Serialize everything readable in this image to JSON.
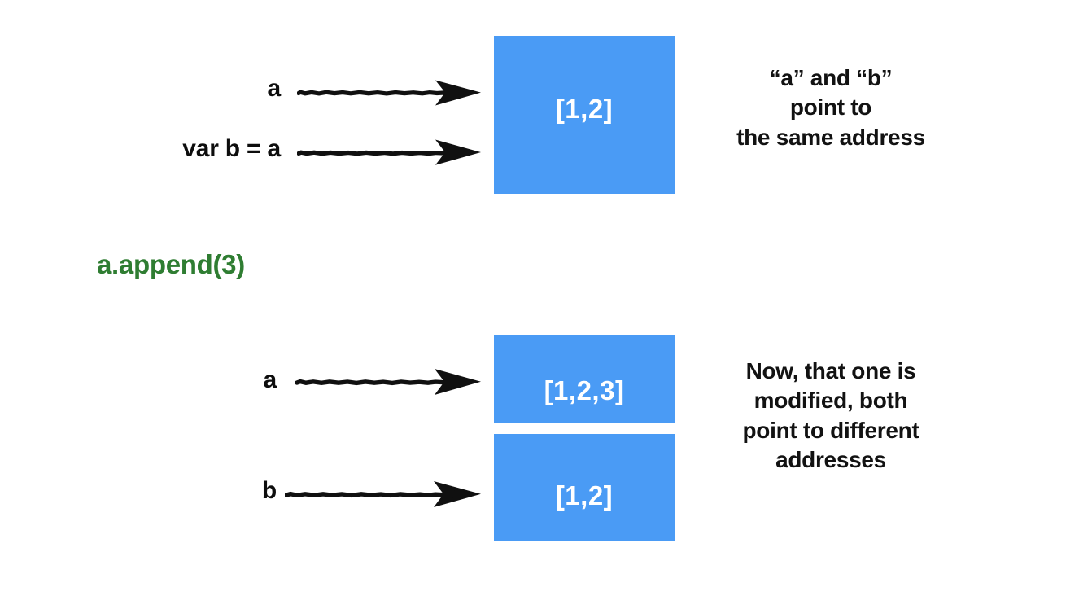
{
  "figure": {
    "title": "Python list reference semantics diagram",
    "colors": {
      "box_fill": "#4a9bf5",
      "box_text": "#ffffff",
      "code_text": "#2f7d32",
      "label_text": "#0d0d0d",
      "background": "#ffffff"
    }
  },
  "top_section": {
    "labels": {
      "a": "a",
      "b": "var b = a"
    },
    "box": {
      "value": "[1,2]"
    },
    "note": {
      "line1": "“a” and “b”",
      "line2": "point to",
      "line3": "the same address"
    },
    "arrows": {
      "a_arrow": "arrow-right",
      "b_arrow": "arrow-right"
    }
  },
  "code": {
    "statement": "a.append(3)"
  },
  "bottom_section": {
    "labels": {
      "a": "a",
      "b": "b"
    },
    "boxes": [
      {
        "value": "[1,2,3]"
      },
      {
        "value": "[1,2]"
      }
    ],
    "note": {
      "line1": "Now, that one is",
      "line2": "modified, both",
      "line3": "point to different",
      "line4": "addresses"
    },
    "arrows": {
      "a_arrow": "arrow-right",
      "b_arrow": "arrow-right"
    }
  }
}
